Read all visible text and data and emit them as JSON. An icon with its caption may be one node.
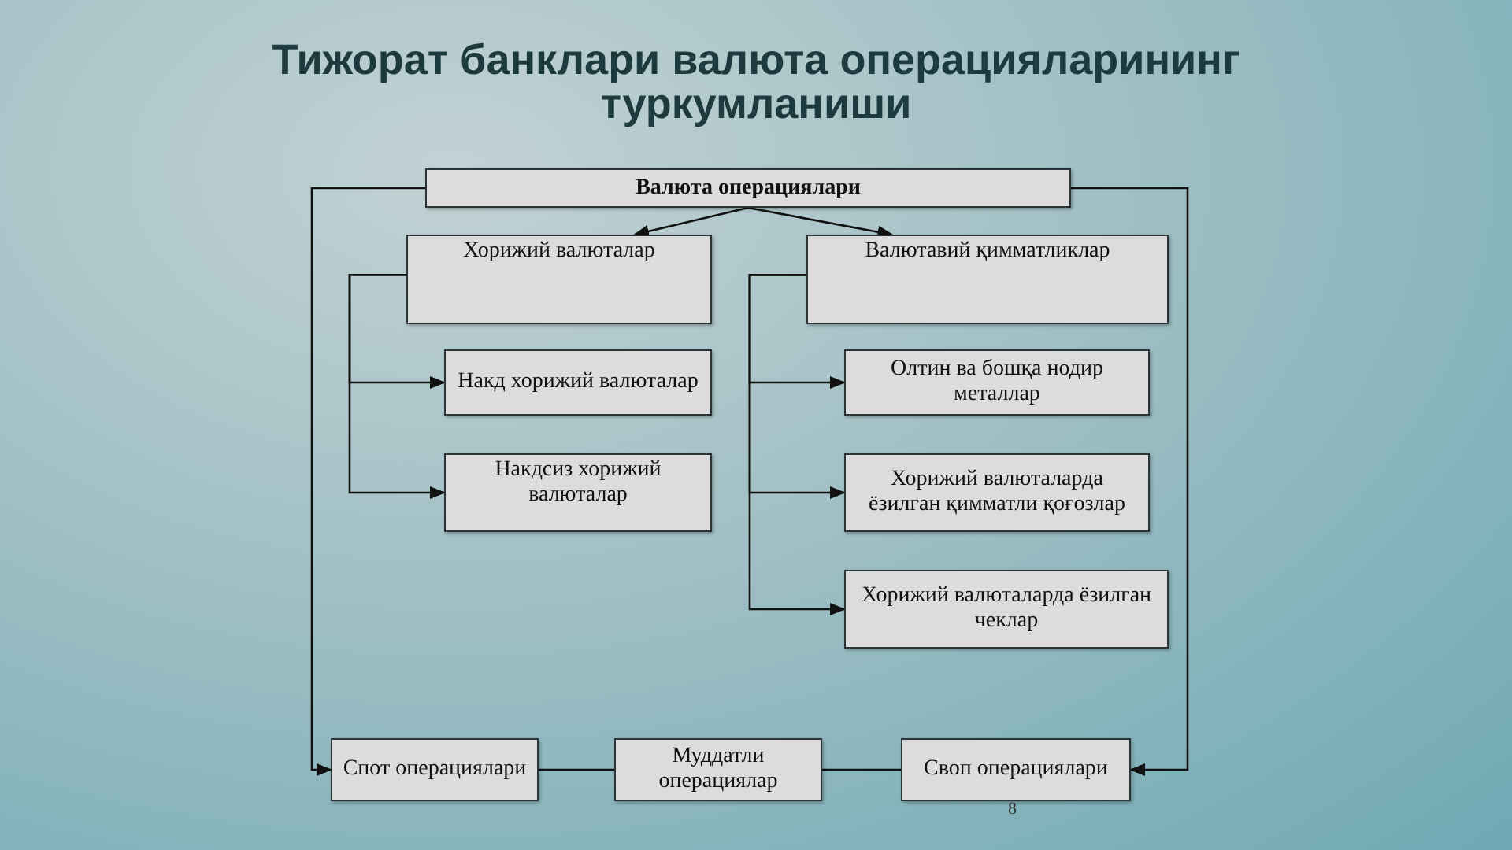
{
  "diagram": {
    "title": "Тижорат банклари валюта операцияларининг туркумланиши",
    "nodes": [
      {
        "text": [
          "Валюта операциялари"
        ]
      },
      {
        "text": [
          "Хорижий валюталар"
        ]
      },
      {
        "text": [
          "Валютавий қимматликлар"
        ]
      },
      {
        "text": [
          "Накд хорижий валюталар"
        ]
      },
      {
        "text": [
          "Накдсиз хорижий валюталар"
        ]
      },
      {
        "text": [
          "Олтин ва бошқа нодир металлар"
        ]
      },
      {
        "text": [
          "Хорижий валюталарда ёзилган қимматли қоғозлар"
        ]
      },
      {
        "text": [
          "Хорижий валюталарда ёзилган чеклар"
        ]
      },
      {
        "text": [
          "Спот операциялари"
        ]
      },
      {
        "text": [
          "Муддатли операциялар"
        ]
      },
      {
        "text": [
          "Своп операциялари"
        ]
      }
    ],
    "edges": [
      {
        "from": 0,
        "to": 1,
        "arrow": "to"
      },
      {
        "from": 0,
        "to": 2,
        "arrow": "to"
      },
      {
        "from": 1,
        "to": 3,
        "arrow": "to"
      },
      {
        "from": 1,
        "to": 4,
        "arrow": "to"
      },
      {
        "from": 2,
        "to": 5,
        "arrow": "to"
      },
      {
        "from": 2,
        "to": 6,
        "arrow": "to"
      },
      {
        "from": 2,
        "to": 7,
        "arrow": "to"
      },
      {
        "from": 0,
        "to": 8,
        "arrow": "to"
      },
      {
        "from": 0,
        "to": 10,
        "arrow": "to"
      },
      {
        "from": 8,
        "to": 9,
        "arrow": "none"
      },
      {
        "from": 9,
        "to": 10,
        "arrow": "none"
      }
    ],
    "labels": [
      "8"
    ]
  }
}
